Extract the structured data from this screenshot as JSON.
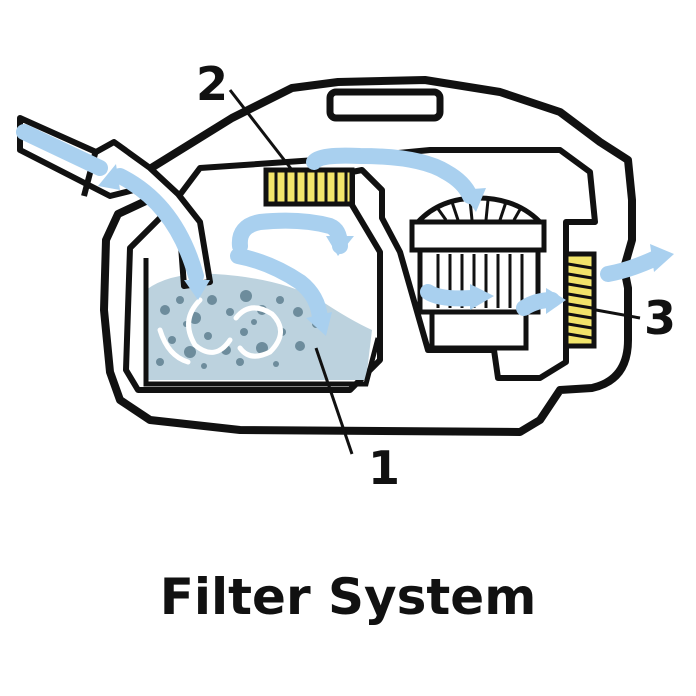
{
  "diagram": {
    "callouts": {
      "water_filter": "1",
      "intake_filter": "2",
      "exhaust_filter": "3"
    },
    "caption": "Filter System"
  },
  "colors": {
    "outline": "#111111",
    "airflow": "#a9d0ef",
    "water": "#bcd2de",
    "bubble": "#6d8c9c",
    "filter_yellow": "#f2e56b",
    "background": "#ffffff"
  }
}
